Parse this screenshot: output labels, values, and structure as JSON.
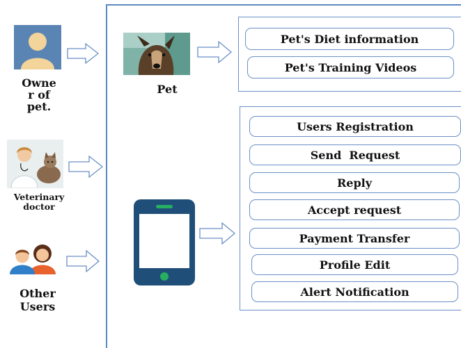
{
  "actors": {
    "owner": {
      "label_line1": "Owne",
      "label_line2": "r of",
      "label_line3": "pet.",
      "icon": "user-silhouette-icon"
    },
    "vet": {
      "label_line1": "Veterinary",
      "label_line2": "doctor",
      "icon": "veterinary-doctor-photo"
    },
    "others": {
      "label_line1": "Other",
      "label_line2": "Users",
      "icon": "two-users-icon"
    }
  },
  "pet": {
    "label": "Pet",
    "image": "dog-photo"
  },
  "phone": {
    "icon": "smartphone-icon",
    "color": "#1f4e79",
    "screen_color": "#ffffff",
    "accent": "#27ae60"
  },
  "pet_panel": {
    "items": [
      "Pet's Diet information",
      "Pet's Training Videos"
    ]
  },
  "app_panel": {
    "items": [
      "Users Registration",
      "Send  Request",
      "Reply",
      "Accept request",
      "Payment Transfer",
      "Profile Edit",
      "Alert Notification"
    ]
  },
  "colors": {
    "border": "#6a8fc7",
    "line": "#5b8ac4"
  }
}
